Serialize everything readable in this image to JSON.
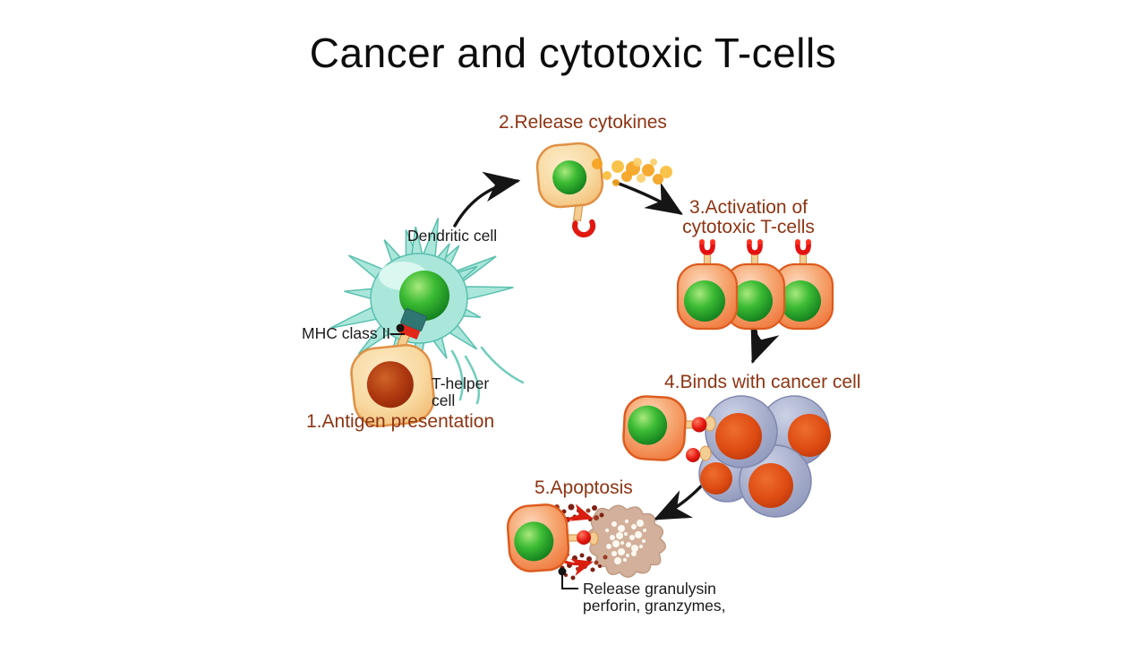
{
  "title": "Cancer and cytotoxic T-cells",
  "steps": {
    "s1": {
      "label": "1.Antigen presentation"
    },
    "s2": {
      "label": "2.Release cytokines"
    },
    "s3": {
      "line1": "3.Activation of",
      "line2": "cytotoxic T-cells"
    },
    "s4": {
      "label": "4.Binds with cancer cell"
    },
    "s5": {
      "label": "5.Apoptosis"
    }
  },
  "annotations": {
    "dendritic_cell": "Dendritic cell",
    "mhc_class_ii": "MHC class II",
    "t_helper_line1": "T-helper",
    "t_helper_line2": "cell",
    "release_line1": "Release granulysin",
    "release_line2": "perforin, granzymes,"
  },
  "colors": {
    "title": "#0d0d0d",
    "step_label": "#8E3413",
    "annotation": "#1a1a1a",
    "t_cell_orange": "#EF7A3C",
    "t_helper_peach": "#F7D9A4",
    "t_helper_nucleus": "#A93110",
    "nucleus_green": "#2DAF35",
    "dendritic_teal": "#A9E4DA",
    "cancer_cell_blue": "#9BA3C6",
    "cancer_nucleus_orange": "#DD4A12",
    "cytokine_orange": "#F5A31F",
    "receptor_red": "#E01810",
    "granule_dark_red": "#7D2012",
    "apoptotic_tan": "#D2B09B"
  }
}
